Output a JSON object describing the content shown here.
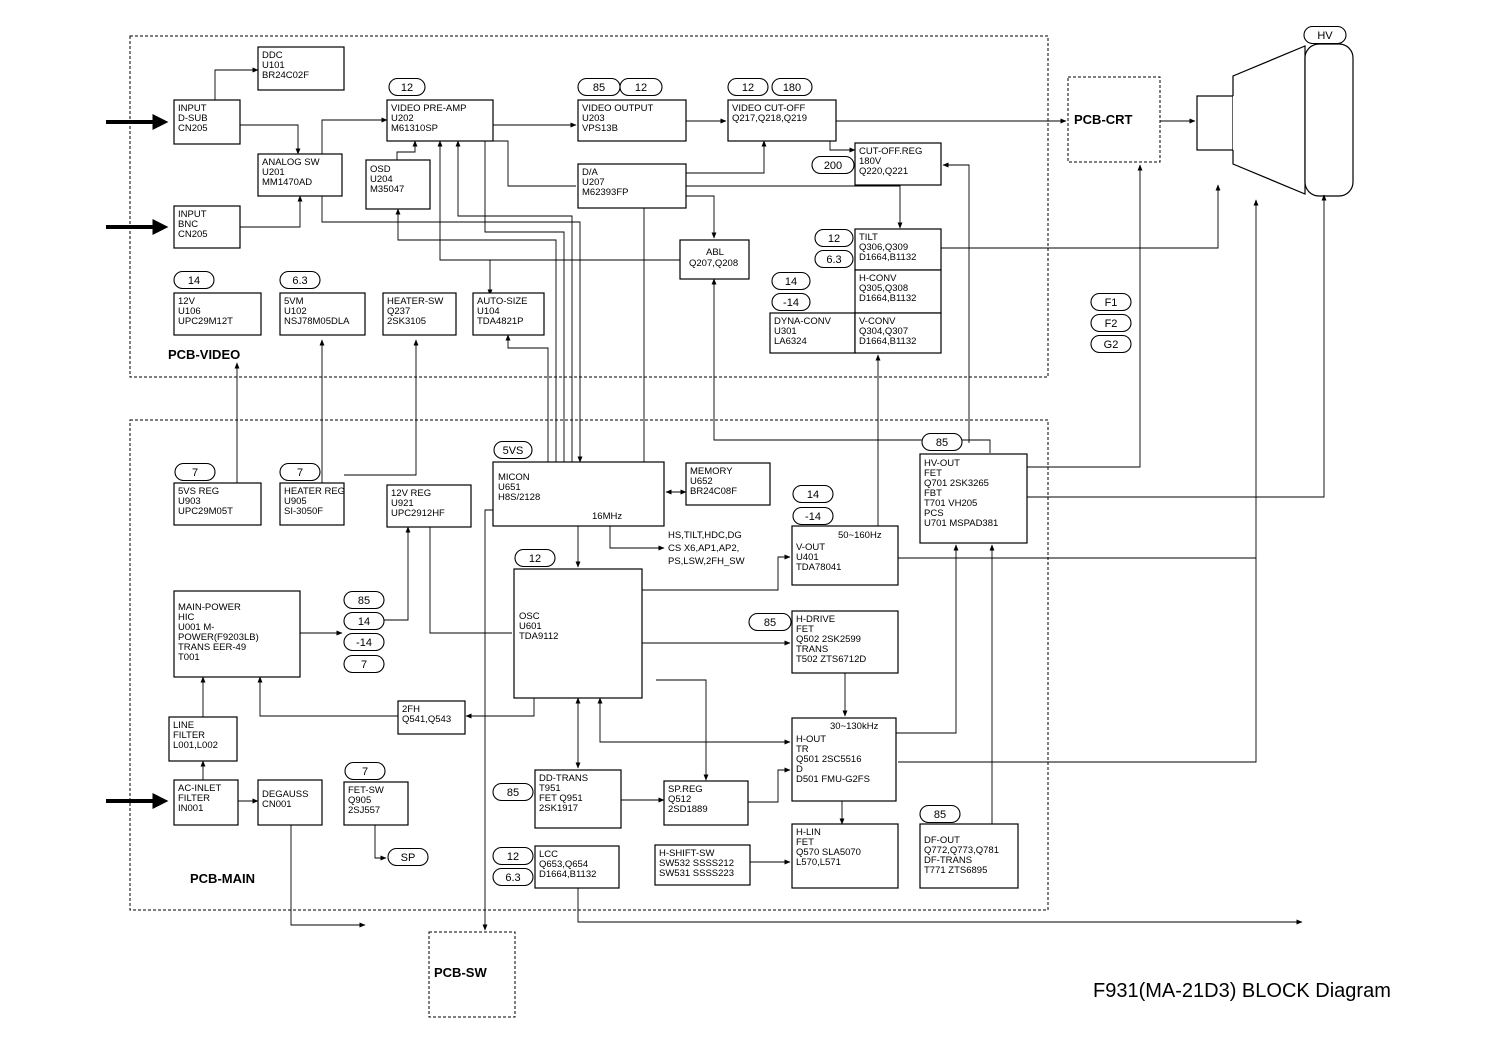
{
  "title": "F931(MA-21D3) BLOCK Diagram",
  "sections": {
    "pcb_video": "PCB-VIDEO",
    "pcb_main": "PCB-MAIN",
    "pcb_crt": "PCB-CRT",
    "pcb_sw": "PCB-SW"
  },
  "blocks": {
    "ddc": [
      "DDC",
      "U101",
      "BR24C02F"
    ],
    "input_dsub": [
      "INPUT",
      "D-SUB",
      "CN205"
    ],
    "analog_sw": [
      "ANALOG SW",
      "U201",
      "MM1470AD"
    ],
    "input_bnc": [
      "INPUT",
      "BNC",
      "CN205"
    ],
    "video_preamp": [
      "VIDEO PRE-AMP",
      "U202",
      "M61310SP"
    ],
    "osd": [
      "OSD",
      "U204",
      "M35047"
    ],
    "video_output": [
      "VIDEO OUTPUT",
      "U203",
      "VPS13B"
    ],
    "da": [
      "D/A",
      "U207",
      "M62393FP"
    ],
    "video_cutoff": [
      "VIDEO CUT-OFF",
      "Q217,Q218,Q219"
    ],
    "cutoff_reg": [
      "CUT-OFF.REG",
      "180V",
      "Q220,Q221"
    ],
    "abl": [
      "ABL",
      "Q207,Q208"
    ],
    "tilt": [
      "TILT",
      "Q306,Q309",
      "D1664,B1132"
    ],
    "hconv": [
      "H-CONV",
      "Q305,Q308",
      "D1664,B1132"
    ],
    "dyna_conv": [
      "DYNA-CONV",
      "U301",
      "LA6324"
    ],
    "vconv": [
      "V-CONV",
      "Q304,Q307",
      "D1664,B1132"
    ],
    "v12": [
      "12V",
      "U106",
      "UPC29M12T"
    ],
    "v5m": [
      "5VM",
      "U102",
      "NSJ78M05DLA"
    ],
    "heater_sw": [
      "HEATER-SW",
      "Q237",
      "2SK3105"
    ],
    "auto_size": [
      "AUTO-SIZE",
      "U104",
      "TDA4821P"
    ],
    "reg5vs": [
      "5VS REG",
      "U903",
      "UPC29M05T"
    ],
    "heater_reg": [
      "HEATER REG",
      "U905",
      "SI-3050F"
    ],
    "reg12v": [
      "12V REG",
      "U921",
      "UPC2912HF"
    ],
    "micon": [
      "MICON",
      "U651",
      "H8S/2128",
      "16MHz"
    ],
    "memory": [
      "MEMORY",
      "U652",
      "BR24C08F"
    ],
    "hv_out": [
      "HV-OUT",
      "FET",
      "Q701 2SK3265",
      "FBT",
      "T701 VH205",
      "PCS",
      "U701 MSPAD381"
    ],
    "vout": [
      "V-OUT",
      "U401",
      "TDA78041"
    ],
    "main_power": [
      "MAIN-POWER",
      "HIC",
      "U001  M-",
      "POWER(F9203LB)",
      "TRANS EER-49",
      "T001"
    ],
    "osc": [
      "OSC",
      "U601",
      "TDA9112"
    ],
    "hdrive": [
      "H-DRIVE",
      "FET",
      "Q502 2SK2599",
      "TRANS",
      "T502 ZTS6712D"
    ],
    "fh2": [
      "2FH",
      "Q541,Q543"
    ],
    "line_filter": [
      "LINE",
      "FILTER",
      "L001,L002"
    ],
    "hout": [
      "H-OUT",
      "TR",
      "Q501 2SC5516",
      "D",
      "D501 FMU-G2FS"
    ],
    "ac_inlet": [
      "AC-INLET",
      "FILTER",
      "IN001"
    ],
    "degauss": [
      "DEGAUSS",
      "CN001"
    ],
    "fet_sw": [
      "FET-SW",
      "Q905",
      "2SJ557"
    ],
    "dd_trans": [
      "DD-TRANS",
      "T951",
      "FET Q951",
      "2SK1917"
    ],
    "spreg": [
      "SP.REG",
      "Q512",
      "2SD1889"
    ],
    "hlin": [
      "H-LIN",
      "FET",
      "Q570 SLA5070",
      "L570,L571"
    ],
    "hshift": [
      "H-SHIFT-SW",
      "SW532 SSSS212",
      "SW531 SSSS223"
    ],
    "df_out": [
      "DF-OUT",
      "Q772,Q773,Q781",
      "DF-TRANS",
      "T771 ZTS6895"
    ],
    "lcc": [
      "LCC",
      "Q653,Q654",
      "D1664,B1132"
    ]
  },
  "pills": {
    "preamp_v": "12",
    "vout_a": "85",
    "vout_b": "12",
    "cut_a": "12",
    "cut_b": "180",
    "cutreg": "200",
    "tilt_a": "12",
    "tilt_b": "6.3",
    "hconv_a": "14",
    "hconv_b": "-14",
    "v12": "14",
    "v5m": "6.3",
    "f1": "F1",
    "f2": "F2",
    "g2": "G2",
    "hv": "HV",
    "micon": "5VS",
    "hvout": "85",
    "reg5vs": "7",
    "heaterreg": "7",
    "vout_a2": "14",
    "vout_b2": "-14",
    "osc": "12",
    "mp_85": "85",
    "mp_14": "14",
    "mp_m14": "-14",
    "mp_7": "7",
    "hdrive": "85",
    "fetsw": "7",
    "sp": "SP",
    "ddtrans": "85",
    "lcc_a": "12",
    "lcc_b": "6.3",
    "dfout": "85"
  },
  "labels": {
    "micon_out": [
      "HS,TILT,HDC,DG",
      "CS X6,AP1,AP2,",
      "PS,LSW,2FH_SW"
    ],
    "vfreq": "50~160Hz",
    "hfreq": "30~130kHz"
  }
}
